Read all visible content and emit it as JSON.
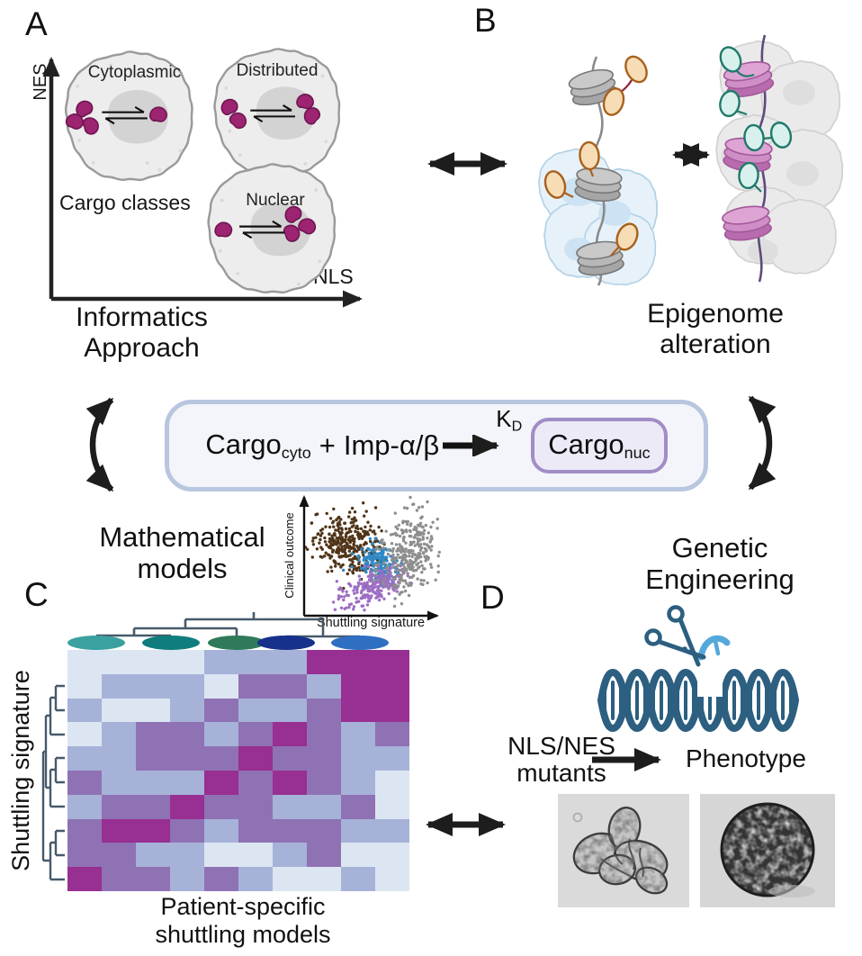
{
  "panel_a": {
    "label": "A",
    "y_axis_label": "NES",
    "x_axis_label": "NLS",
    "cargo_classes_label": "Cargo classes",
    "cells": [
      {
        "name": "Cytoplasmic"
      },
      {
        "name": "Distributed"
      },
      {
        "name": "Nuclear"
      }
    ],
    "caption_line1": "Informatics",
    "caption_line2": "Approach"
  },
  "panel_b": {
    "label": "B",
    "caption_line1": "Epigenome",
    "caption_line2": "alteration"
  },
  "equation": {
    "reactant": "Cargo",
    "reactant_sub": "cyto",
    "plus_sign": "+",
    "importin": "Imp-α/β",
    "rate_constant": "K",
    "rate_constant_sub": "D",
    "product": "Cargo",
    "product_sub": "nuc"
  },
  "panel_c": {
    "label": "C",
    "title_line1": "Mathematical",
    "title_line2": "models",
    "row_axis_label": "Shuttling signature",
    "caption_line1": "Patient-specific",
    "caption_line2": "shuttling models"
  },
  "panel_d": {
    "label": "D",
    "title_line1": "Genetic",
    "title_line2": "Engineering",
    "mutants_line1": "NLS/NES",
    "mutants_line2": "mutants",
    "phenotype_label": "Phenotype"
  },
  "colors": {
    "arrow_black": "#1d1d1d",
    "cell_fill": "#ededed",
    "cell_stroke": "#9a9a9a",
    "nucleus_fill": "#d3d3d3",
    "cargo_magenta": "#9c2470",
    "cargo_outline": "#6d1550",
    "eq_outer_border": "#b9c6df",
    "eq_outer_fill": "#f3f5fa",
    "eq_inner_border": "#a18dc6",
    "eq_inner_fill": "#edeaf8",
    "dna_blue": "#2c5f80",
    "dna_cut_blue": "#55a8da",
    "nucleosome_gray": "#b2b2b2",
    "histone_mark_orange_fill": "#f6ddb6",
    "histone_mark_orange_stroke": "#a8611c",
    "histone_mark_red_link": "#8c2438",
    "nucleosome_pink": "#cf8ec6",
    "histone_mark_mint_fill": "#d9f1ec",
    "histone_mark_mint_stroke": "#1f7a6b",
    "open_chromatin_cells_blue": "#e7f1f9",
    "closed_chromatin_cells_gray": "#eaeaea",
    "dendrogram": "#475a6b"
  },
  "chart_data": [
    {
      "type": "scatter",
      "xlabel": "Shuttling signature",
      "ylabel": "Clinical outcome",
      "x_range": [
        0,
        1
      ],
      "y_range": [
        0,
        1
      ],
      "grid": false,
      "legend": false,
      "clusters": [
        {
          "name": "brown-cluster",
          "color": "#503418",
          "center_x": 0.31,
          "center_y": 0.6,
          "sigma_x": 0.13,
          "sigma_y": 0.12,
          "tilt_deg": -38,
          "points": 300
        },
        {
          "name": "blue-cluster",
          "color": "#2f89c5",
          "center_x": 0.56,
          "center_y": 0.44,
          "sigma_x": 0.085,
          "sigma_y": 0.065,
          "tilt_deg": -25,
          "points": 190
        },
        {
          "name": "purple-cluster",
          "color": "#9c6ec4",
          "center_x": 0.52,
          "center_y": 0.24,
          "sigma_x": 0.13,
          "sigma_y": 0.06,
          "tilt_deg": 28,
          "points": 230
        },
        {
          "name": "gray-cluster",
          "color": "#8e8e8e",
          "center_x": 0.79,
          "center_y": 0.52,
          "sigma_x": 0.1,
          "sigma_y": 0.16,
          "tilt_deg": -15,
          "points": 300
        }
      ]
    },
    {
      "type": "heatmap",
      "rows": 10,
      "cols": 10,
      "row_label": "Shuttling signature",
      "caption": "Patient-specific shuttling models",
      "palette": [
        "#dce6f2",
        "#a6b2d8",
        "#8f72b4",
        "#982f92"
      ],
      "values": [
        [
          0,
          0,
          0,
          0,
          1,
          1,
          1,
          3,
          3,
          3
        ],
        [
          0,
          1,
          1,
          1,
          0,
          2,
          2,
          1,
          3,
          3
        ],
        [
          1,
          0,
          0,
          1,
          2,
          1,
          1,
          2,
          3,
          3
        ],
        [
          0,
          1,
          2,
          2,
          1,
          2,
          3,
          2,
          1,
          2
        ],
        [
          1,
          1,
          2,
          2,
          2,
          3,
          2,
          2,
          1,
          1
        ],
        [
          2,
          1,
          1,
          1,
          3,
          2,
          3,
          2,
          1,
          0
        ],
        [
          1,
          2,
          2,
          3,
          2,
          2,
          1,
          1,
          2,
          0
        ],
        [
          2,
          3,
          3,
          2,
          1,
          2,
          2,
          2,
          1,
          1
        ],
        [
          2,
          2,
          1,
          1,
          0,
          0,
          1,
          2,
          0,
          0
        ],
        [
          3,
          2,
          2,
          1,
          2,
          1,
          0,
          0,
          1,
          0
        ]
      ],
      "column_groups": [
        {
          "color": "#3aa0a0"
        },
        {
          "color": "#0f7d7d"
        },
        {
          "color": "#2e7a5a"
        },
        {
          "color": "#16308b"
        },
        {
          "color": "#2f6fc2"
        }
      ],
      "dendrogram_columns": true,
      "dendrogram_rows": true
    }
  ]
}
